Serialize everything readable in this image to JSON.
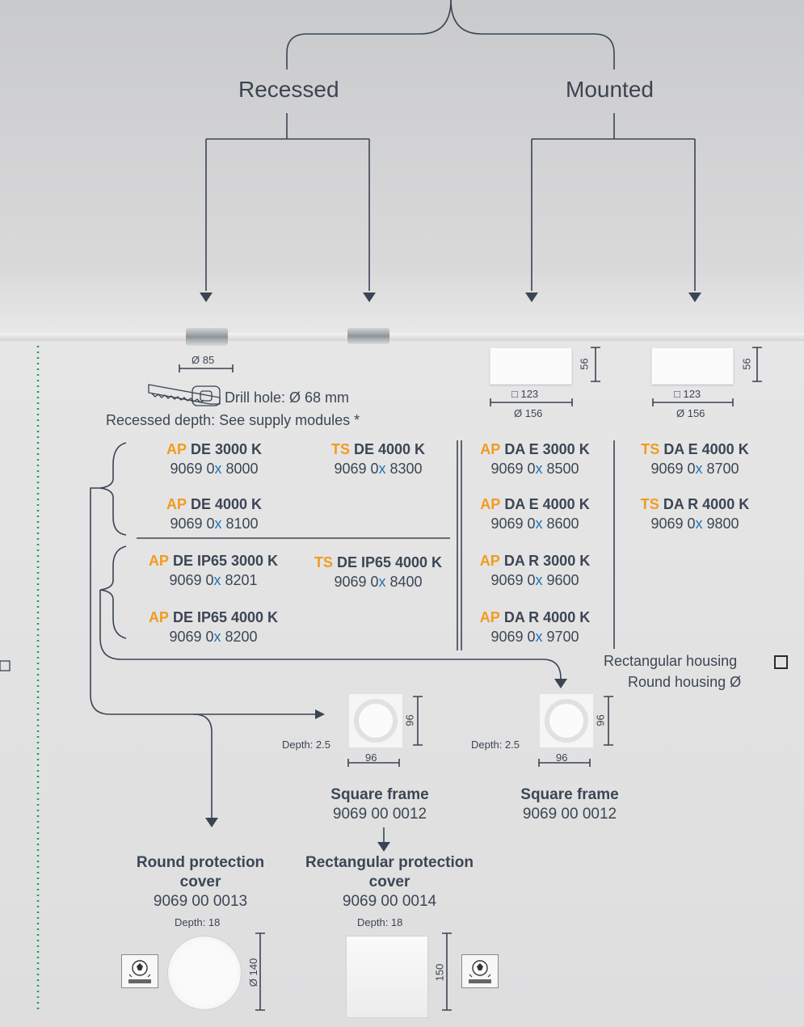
{
  "tree": {
    "left_branch": "Recessed",
    "right_branch": "Mounted"
  },
  "recessed_fixture": {
    "diameter": "Ø 85",
    "drill_hole": "Drill hole: Ø 68 mm",
    "depth_note": "Recessed depth: See supply modules *"
  },
  "mounted_fixtures": [
    {
      "height": "56",
      "square": "□ 123",
      "diameter": "Ø 156"
    },
    {
      "height": "56",
      "square": "□ 123",
      "diameter": "Ø 156"
    }
  ],
  "products": [
    {
      "prefix": "AP",
      "name": "DE 3000 K",
      "code_a": "9069 0",
      "x": "x",
      "code_b": " 8000"
    },
    {
      "prefix": "TS",
      "name": "DE 4000 K",
      "code_a": "9069 0",
      "x": "x",
      "code_b": " 8300"
    },
    {
      "prefix": "AP",
      "name": "DE 4000 K",
      "code_a": "9069 0",
      "x": "x",
      "code_b": " 8100"
    },
    {
      "prefix": "AP",
      "name": "DE IP65 3000 K",
      "code_a": "9069 0",
      "x": "x",
      "code_b": " 8201"
    },
    {
      "prefix": "TS",
      "name": "DE IP65 4000 K",
      "code_a": "9069 0",
      "x": "x",
      "code_b": " 8400"
    },
    {
      "prefix": "AP",
      "name": "DE IP65 4000 K",
      "code_a": "9069 0",
      "x": "x",
      "code_b": " 8200"
    },
    {
      "prefix": "AP",
      "name": "DA E 3000 K",
      "code_a": "9069 0",
      "x": "x",
      "code_b": " 8500"
    },
    {
      "prefix": "AP",
      "name": "DA E 4000 K",
      "code_a": "9069 0",
      "x": "x",
      "code_b": " 8600"
    },
    {
      "prefix": "AP",
      "name": "DA R 3000 K",
      "code_a": "9069 0",
      "x": "x",
      "code_b": " 9600"
    },
    {
      "prefix": "AP",
      "name": "DA R 4000 K",
      "code_a": "9069 0",
      "x": "x",
      "code_b": " 9700"
    },
    {
      "prefix": "TS",
      "name": "DA E 4000 K",
      "code_a": "9069 0",
      "x": "x",
      "code_b": " 8700"
    },
    {
      "prefix": "TS",
      "name": "DA R 4000 K",
      "code_a": "9069 0",
      "x": "x",
      "code_b": " 9800"
    }
  ],
  "legend": {
    "rect": "Rectangular housing",
    "round": "Round housing  Ø"
  },
  "frames": [
    {
      "depth": "Depth: 2.5",
      "height": "96",
      "width": "96",
      "title": "Square frame",
      "code": "9069 00 0012"
    },
    {
      "depth": "Depth: 2.5",
      "height": "96",
      "width": "96",
      "title": "Square frame",
      "code": "9069 00 0012"
    }
  ],
  "covers": [
    {
      "title": "Round protection cover",
      "code": "9069 00 0013",
      "depth": "Depth: 18",
      "size": "Ø 140"
    },
    {
      "title": "Rectangular protection cover",
      "code": "9069 00 0014",
      "depth": "Depth: 18",
      "size": "150"
    }
  ],
  "left_margin_symbol": "□",
  "colors": {
    "accent": "#f39a1e",
    "variant_x": "#1f74b8",
    "line": "#3b4452",
    "dotted": "#1aa34a"
  }
}
